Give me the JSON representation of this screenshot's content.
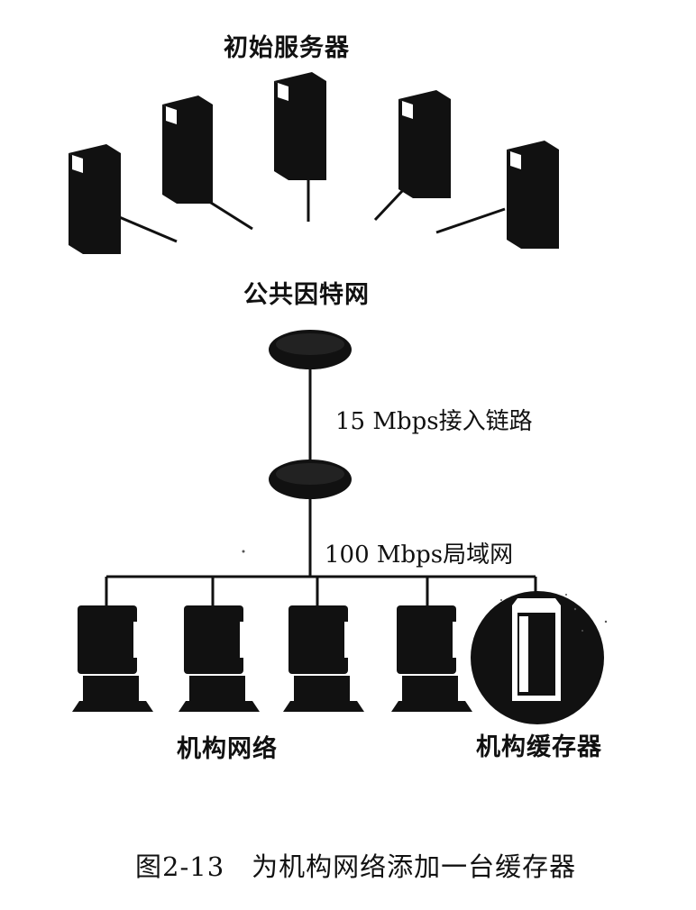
{
  "diagram": {
    "origin_servers_label": "初始服务器",
    "public_internet_label": "公共因特网",
    "access_link_label": "15 Mbps接入链路",
    "lan_label": "100 Mbps局域网",
    "institution_network_label": "机构网络",
    "institution_cache_label": "机构缓存器"
  },
  "caption": "图2-13　为机构网络添加一台缓存器",
  "icons": {
    "server": "server-tower-icon",
    "router": "router-icon",
    "workstation": "workstation-icon",
    "cache": "cache-server-icon"
  },
  "colors": {
    "ink": "#111111",
    "highlight": "#ffffff"
  }
}
